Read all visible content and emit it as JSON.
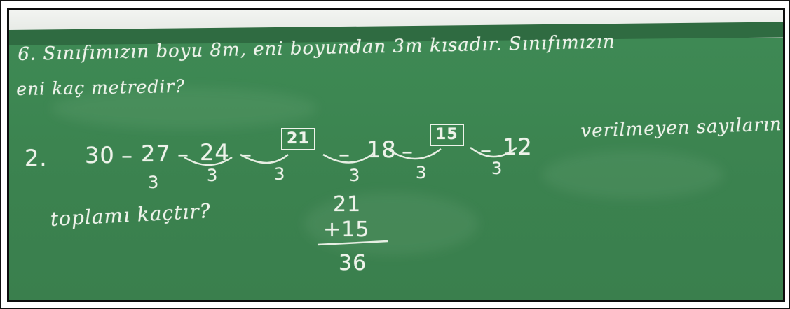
{
  "board": {
    "problem6": {
      "line1": "6. Sınıfımızın boyu 8m, eni boyundan 3m kısadır. Sınıfımızın",
      "line2": "eni kaç metredir?"
    },
    "problem2": {
      "prefix": "2.",
      "seq": [
        "30",
        "27",
        "24",
        "21",
        "18",
        "15",
        "12"
      ],
      "diffs": [
        "3",
        "3",
        "3",
        "3",
        "3",
        "3"
      ],
      "tail1": "verilmeyen sayıların",
      "tail2": "toplamı kaçtır?"
    },
    "addition": {
      "a": "21",
      "b": "+15",
      "sum": "36"
    }
  }
}
